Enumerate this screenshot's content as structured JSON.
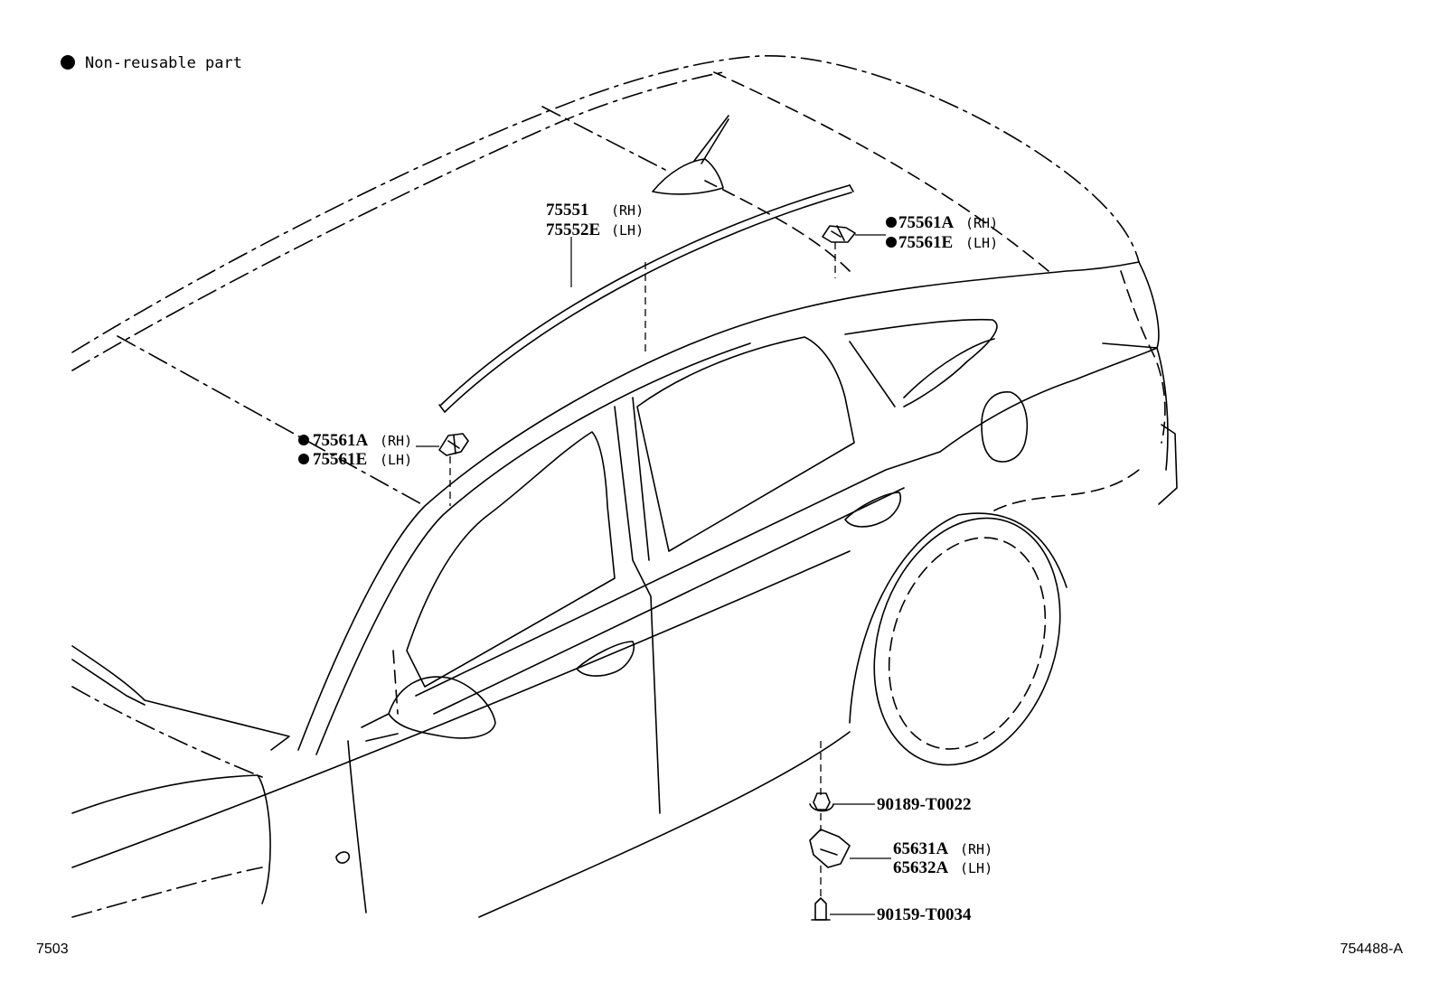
{
  "legend": {
    "marker_text": "Non-reusable part"
  },
  "callouts": {
    "molding": {
      "pn1": "75551",
      "sfx1": "(RH)",
      "pn2": "75552E",
      "sfx2": "(LH)"
    },
    "clip_upper": {
      "pn1": "75561A",
      "sfx1": "(RH)",
      "pn2": "75561E",
      "sfx2": "(LH)"
    },
    "clip_left": {
      "pn1": "75561A",
      "sfx1": "(RH)",
      "pn2": "75561E",
      "sfx2": "(LH)"
    },
    "nut": {
      "pn": "90189-T0022"
    },
    "bracket": {
      "pn1": "65631A",
      "sfx1": "(RH)",
      "pn2": "65632A",
      "sfx2": "(LH)"
    },
    "screw": {
      "pn": "90159-T0034"
    }
  },
  "footer": {
    "group_code": "7503",
    "figure_code": "754488-A"
  },
  "colors": {
    "ink": "#000000",
    "paper": "#ffffff"
  }
}
